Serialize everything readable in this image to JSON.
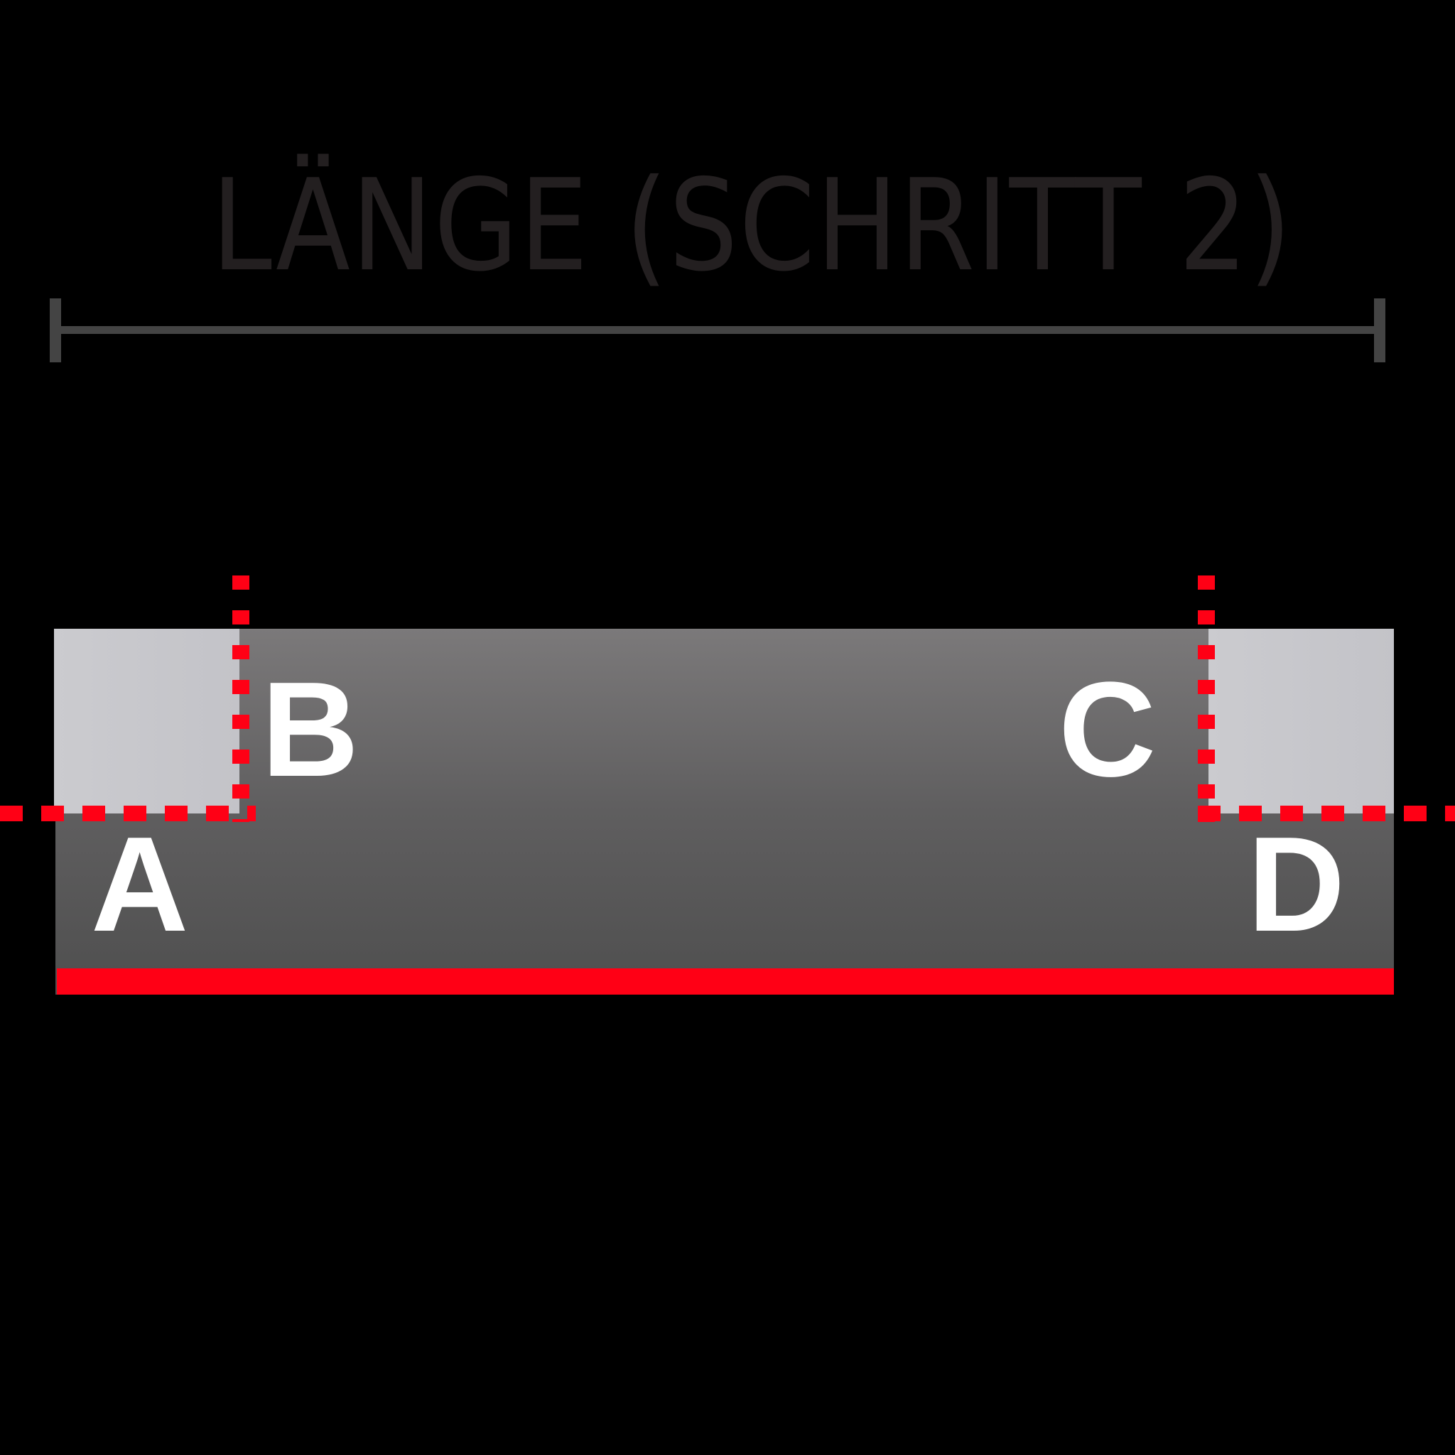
{
  "title": "LÄNGE (SCHRITT 2)",
  "dimension": {
    "label": "length-dimension-line",
    "color": "#444444"
  },
  "bar": {
    "gradient_top": "#7b797a",
    "gradient_bottom": "#4f4f4f",
    "corner_color": "#c7c7cb",
    "baseline_color": "#ff0015"
  },
  "labels": {
    "a": "A",
    "b": "B",
    "c": "C",
    "d": "D"
  },
  "guide_color": "#ff0015"
}
